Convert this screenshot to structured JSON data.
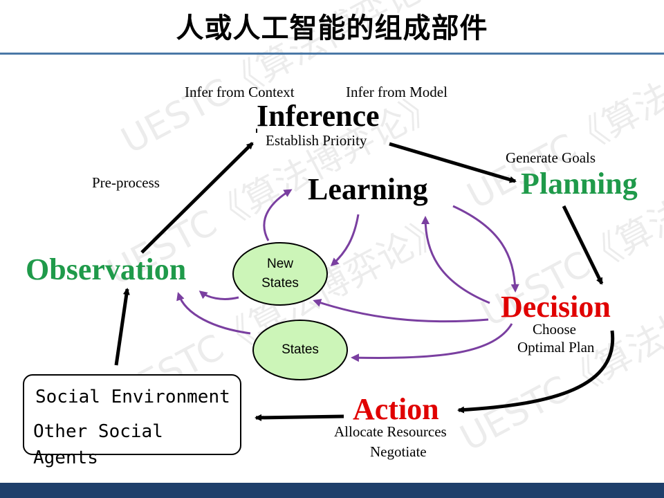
{
  "title": "人或人工智能的组成部件",
  "watermark": "UESTC《算法博弈论》",
  "nodes": {
    "inference": {
      "label": "Inference",
      "color": "#000000"
    },
    "learning": {
      "label": "Learning",
      "color": "#000000"
    },
    "planning": {
      "label": "Planning",
      "color": "#1f9a4a"
    },
    "observation": {
      "label": "Observation",
      "color": "#1f9a4a"
    },
    "decision": {
      "label": "Decision",
      "color": "#e00000"
    },
    "action": {
      "label": "Action",
      "color": "#e00000"
    }
  },
  "annotations": {
    "infer_context": "Infer from Context",
    "infer_model": "Infer from Model",
    "establish_priority": "Establish Priority",
    "generate_goals": "Generate Goals",
    "pre_process": "Pre-process",
    "choose": "Choose",
    "optimal_plan": "Optimal Plan",
    "allocate_resources": "Allocate Resources",
    "negotiate": "Negotiate"
  },
  "ellipses": {
    "new_states": [
      "New",
      "States"
    ],
    "states": "States"
  },
  "environment_box": {
    "line1": "Social Environment",
    "line2": "Other Social",
    "line3": "Agents"
  },
  "colors": {
    "arrow_black": "#000000",
    "arrow_purple": "#7a3fa0",
    "ellipse_fill": "#ccf5b8",
    "title_rule": "#4a78a6",
    "bottom_bar": "#1f3f6b"
  }
}
